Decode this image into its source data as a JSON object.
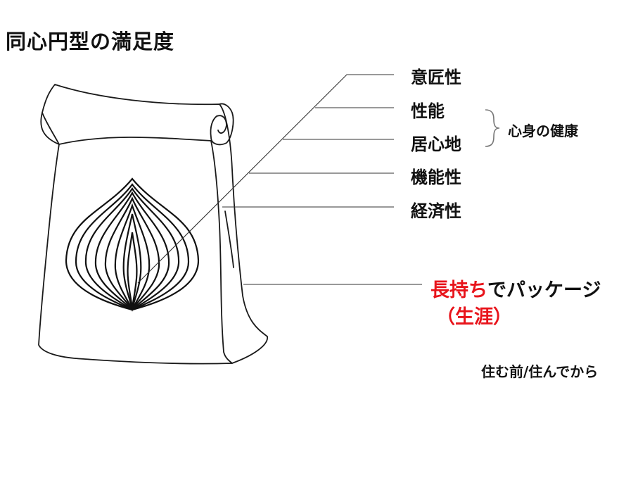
{
  "title": "同心円型の満足度",
  "layers": [
    {
      "label": "意匠性"
    },
    {
      "label": "性能"
    },
    {
      "label": "居心地"
    },
    {
      "label": "機能性"
    },
    {
      "label": "経済性"
    }
  ],
  "bracket_group": {
    "label": "心身の健康",
    "spans": [
      "性能",
      "居心地"
    ]
  },
  "package": {
    "highlight": "長持ち",
    "rest": "でパッケージ",
    "sub": "（生涯）"
  },
  "timing": "住む前/住んでから",
  "colors": {
    "accent": "#e8141b",
    "line": "#333333"
  }
}
